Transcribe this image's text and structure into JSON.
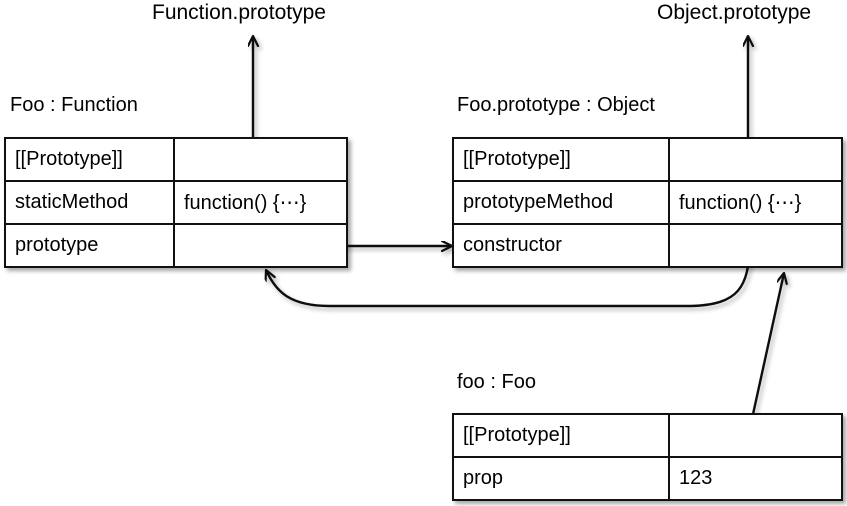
{
  "diagram": {
    "title_function_prototype": "Function.prototype",
    "title_object_prototype": "Object.prototype",
    "stroke_color": "#111111",
    "background_color": "#ffffff",
    "objects": [
      {
        "id": "foo-function",
        "title": "Foo : Function",
        "rows": [
          {
            "key": "[[Prototype]]",
            "value": "",
            "value_kind": "reference-dot"
          },
          {
            "key": "staticMethod",
            "value": "function() {⋯}",
            "value_kind": "text"
          },
          {
            "key": "prototype",
            "value": "",
            "value_kind": "reference-dot"
          }
        ]
      },
      {
        "id": "foo-prototype",
        "title": "Foo.prototype : Object",
        "rows": [
          {
            "key": "[[Prototype]]",
            "value": "",
            "value_kind": "reference-dot"
          },
          {
            "key": "prototypeMethod",
            "value": "function() {⋯}",
            "value_kind": "text"
          },
          {
            "key": "constructor",
            "value": "",
            "value_kind": "reference-dot"
          }
        ]
      },
      {
        "id": "foo-instance",
        "title": "foo : Foo",
        "rows": [
          {
            "key": "[[Prototype]]",
            "value": "",
            "value_kind": "reference-dot"
          },
          {
            "key": "prop",
            "value": "123",
            "value_kind": "text"
          }
        ]
      }
    ],
    "arrows": [
      {
        "name": "foo-proto-to-function-prototype",
        "from": "Foo.[[Prototype]]",
        "to": "Function.prototype",
        "style": "straight-up"
      },
      {
        "name": "fooproto-proto-to-object-prototype",
        "from": "Foo.prototype.[[Prototype]]",
        "to": "Object.prototype",
        "style": "straight-up"
      },
      {
        "name": "foo-prototype-to-fooprototype",
        "from": "Foo.prototype",
        "to": "Foo.prototype : Object",
        "style": "straight-right"
      },
      {
        "name": "constructor-to-foo",
        "from": "Foo.prototype.constructor",
        "to": "Foo : Function",
        "style": "curved-left"
      },
      {
        "name": "instance-proto-to-fooprototype",
        "from": "foo.[[Prototype]]",
        "to": "Foo.prototype : Object",
        "style": "diagonal-up"
      }
    ]
  }
}
